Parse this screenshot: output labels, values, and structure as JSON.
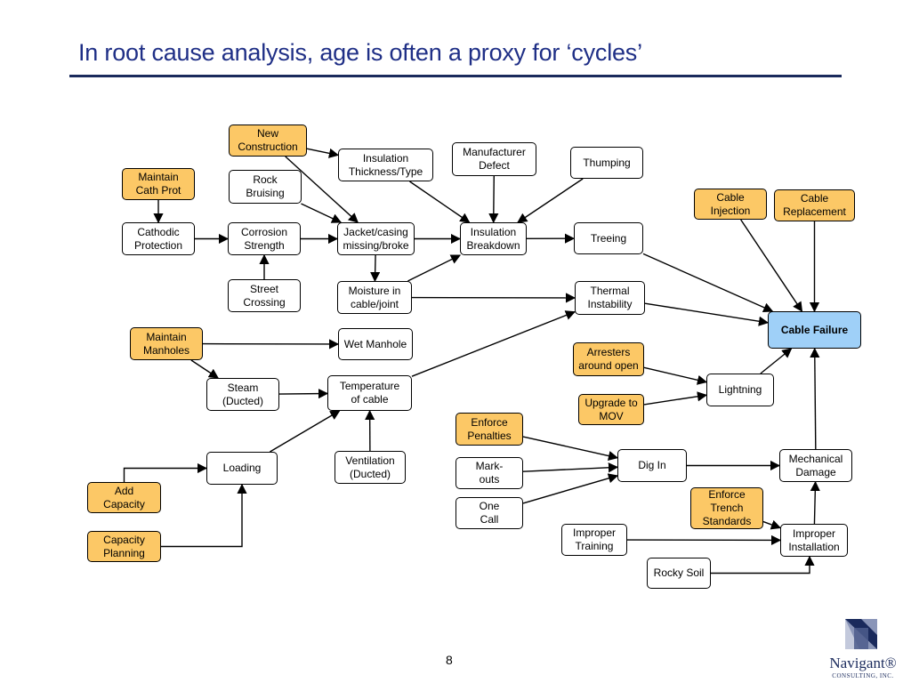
{
  "title": "In root cause analysis, age is often a proxy for ‘cycles’",
  "page_number": "8",
  "logo": {
    "name": "Navigant®",
    "sub": "CONSULTING, INC."
  },
  "colors": {
    "mitigation": "#fcc866",
    "outcome": "#9fd0f8",
    "title": "#1f2f86"
  },
  "nodes": {
    "new_construction": "New\nConstruction",
    "maintain_cath_prot": "Maintain\nCath Prot",
    "rock_bruising": "Rock\nBruising",
    "insulation_thickness": "Insulation\nThickness/Type",
    "manufacturer_defect": "Manufacturer\nDefect",
    "thumping": "Thumping",
    "cable_injection": "Cable\nInjection",
    "cable_replacement": "Cable\nReplacement",
    "cathodic_protection": "Cathodic\nProtection",
    "corrosion_strength": "Corrosion\nStrength",
    "jacket_casing": "Jacket/casing\nmissing/broke",
    "insulation_breakdown": "Insulation\nBreakdown",
    "treeing": "Treeing",
    "street_crossing": "Street\nCrossing",
    "moisture": "Moisture in\ncable/joint",
    "thermal_instability": "Thermal\nInstability",
    "cable_failure": "Cable Failure",
    "maintain_manholes": "Maintain\nManholes",
    "wet_manhole": "Wet Manhole",
    "arresters": "Arresters\naround open",
    "steam": "Steam\n(Ducted)",
    "temperature": "Temperature\nof cable",
    "lightning": "Lightning",
    "upgrade_mov": "Upgrade to\nMOV",
    "enforce_penalties": "Enforce\nPenalties",
    "loading": "Loading",
    "ventilation": "Ventilation\n(Ducted)",
    "mark_outs": "Mark-\nouts",
    "dig_in": "Dig In",
    "mechanical_damage": "Mechanical\nDamage",
    "add_capacity": "Add\nCapacity",
    "one_call": "One\nCall",
    "enforce_trench": "Enforce\nTrench\nStandards",
    "capacity_planning": "Capacity\nPlanning",
    "improper_training": "Improper\nTraining",
    "improper_installation": "Improper\nInstallation",
    "rocky_soil": "Rocky Soil"
  },
  "edges": [
    [
      "maintain_cath_prot",
      "cathodic_protection"
    ],
    [
      "cathodic_protection",
      "corrosion_strength"
    ],
    [
      "corrosion_strength",
      "jacket_casing"
    ],
    [
      "street_crossing",
      "corrosion_strength"
    ],
    [
      "rock_bruising",
      "jacket_casing"
    ],
    [
      "new_construction",
      "insulation_thickness"
    ],
    [
      "new_construction",
      "jacket_casing"
    ],
    [
      "insulation_thickness",
      "insulation_breakdown"
    ],
    [
      "manufacturer_defect",
      "insulation_breakdown"
    ],
    [
      "thumping",
      "insulation_breakdown"
    ],
    [
      "jacket_casing",
      "insulation_breakdown"
    ],
    [
      "jacket_casing",
      "moisture"
    ],
    [
      "moisture",
      "insulation_breakdown"
    ],
    [
      "insulation_breakdown",
      "treeing"
    ],
    [
      "treeing",
      "cable_failure"
    ],
    [
      "cable_injection",
      "cable_failure"
    ],
    [
      "cable_replacement",
      "cable_failure"
    ],
    [
      "thermal_instability",
      "cable_failure"
    ],
    [
      "moisture",
      "thermal_instability"
    ],
    [
      "temperature",
      "thermal_instability"
    ],
    [
      "maintain_manholes",
      "wet_manhole"
    ],
    [
      "maintain_manholes",
      "steam"
    ],
    [
      "steam",
      "temperature"
    ],
    [
      "ventilation",
      "temperature"
    ],
    [
      "loading",
      "temperature"
    ],
    [
      "add_capacity",
      "loading"
    ],
    [
      "capacity_planning",
      "loading"
    ],
    [
      "arresters",
      "lightning"
    ],
    [
      "upgrade_mov",
      "lightning"
    ],
    [
      "lightning",
      "cable_failure"
    ],
    [
      "enforce_penalties",
      "dig_in"
    ],
    [
      "mark_outs",
      "dig_in"
    ],
    [
      "one_call",
      "dig_in"
    ],
    [
      "dig_in",
      "mechanical_damage"
    ],
    [
      "mechanical_damage",
      "cable_failure"
    ],
    [
      "enforce_trench",
      "improper_installation"
    ],
    [
      "improper_training",
      "improper_installation"
    ],
    [
      "rocky_soil",
      "improper_installation"
    ],
    [
      "improper_installation",
      "mechanical_damage"
    ]
  ]
}
